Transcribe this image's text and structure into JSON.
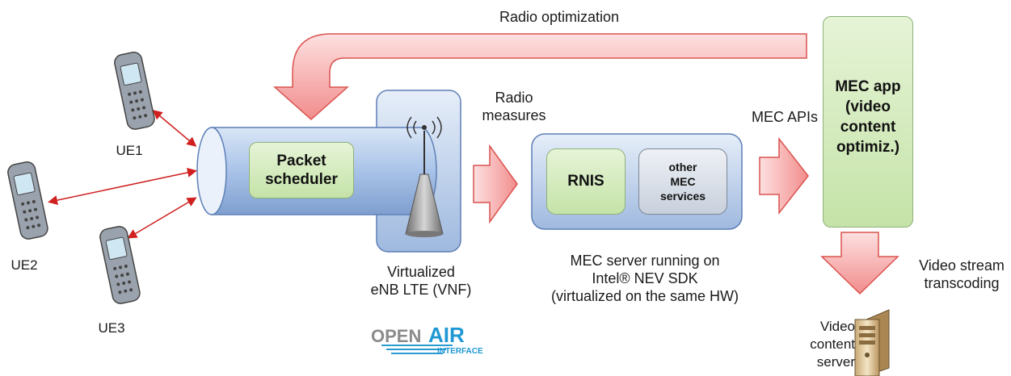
{
  "diagram": {
    "radio_optimization": "Radio optimization",
    "radio_measures": "Radio\nmeasures",
    "mec_apis": "MEC APIs",
    "video_stream_transcoding": "Video stream\ntranscoding",
    "ue": [
      "UE1",
      "UE2",
      "UE3"
    ],
    "packet_scheduler": "Packet\nscheduler",
    "enb_caption": "Virtualized\neNB LTE (VNF)",
    "rnis": "RNIS",
    "other_services": "other\nMEC\nservices",
    "mec_server_caption": "MEC server running on\nIntel® NEV SDK\n(virtualized on the same HW)",
    "mec_app": "MEC app\n(video\ncontent\noptimiz.)",
    "video_content_server": "Video\ncontent\nserver",
    "logo": {
      "part1": "OPEN",
      "part2": "AIR",
      "part3": "INTERFACE"
    }
  },
  "colors": {
    "arrow_fill": "#f4a6a6",
    "arrow_stroke": "#d9534f",
    "green_box": "#d3ecbc",
    "blue_panel": "#b7cbe8",
    "double_arrow": "#d02020"
  }
}
